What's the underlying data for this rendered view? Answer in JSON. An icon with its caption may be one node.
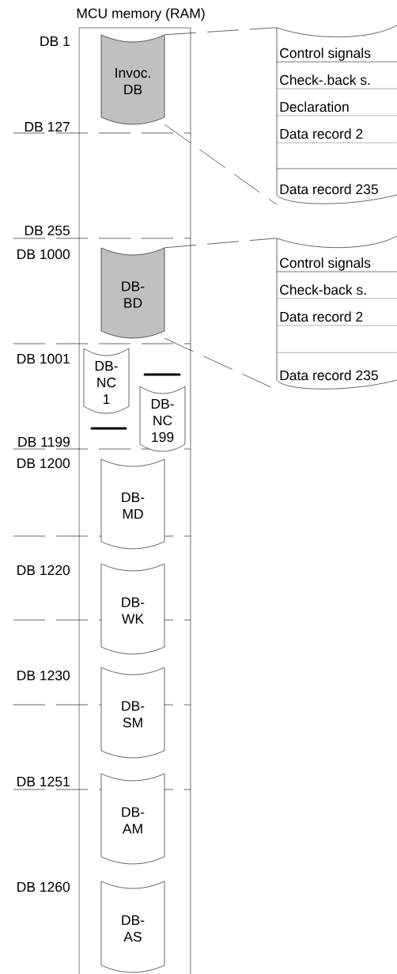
{
  "diagram": {
    "title": "MCU memory (RAM)",
    "nodes": [
      {
        "text": [
          "Invoc. DB"
        ]
      },
      {
        "text": [
          "Control signals",
          "Check-.back s.",
          "Declaration",
          "Data record 2",
          "Data record 235"
        ]
      },
      {
        "text": [
          "DB-BD"
        ]
      },
      {
        "text": [
          "Control signals",
          "Check-back s.",
          "Data record 2",
          "Data record 235"
        ]
      },
      {
        "text": [
          "DB-NC 1"
        ]
      },
      {
        "text": [
          "DB-NC 199"
        ]
      },
      {
        "text": [
          "DB-MD"
        ]
      },
      {
        "text": [
          "DB-WK"
        ]
      },
      {
        "text": [
          "DB-SM"
        ]
      },
      {
        "text": [
          "DB-AM"
        ]
      },
      {
        "text": [
          "DB-AS"
        ]
      }
    ],
    "edges": [
      {
        "from": 0,
        "to": 1,
        "arrow": "none",
        "style": "dashed"
      },
      {
        "from": 0,
        "to": 1,
        "arrow": "none",
        "style": "dashed"
      },
      {
        "from": 2,
        "to": 3,
        "arrow": "none",
        "style": "dashed"
      },
      {
        "from": 2,
        "to": 3,
        "arrow": "none",
        "style": "dashed"
      }
    ],
    "labels": [
      "DB 1",
      "DB 127",
      "DB 255",
      "DB 1000",
      "DB 1001",
      "DB 1199",
      "DB 1200",
      "DB 1220",
      "DB 1230",
      "DB 1251",
      "DB 1260"
    ]
  }
}
